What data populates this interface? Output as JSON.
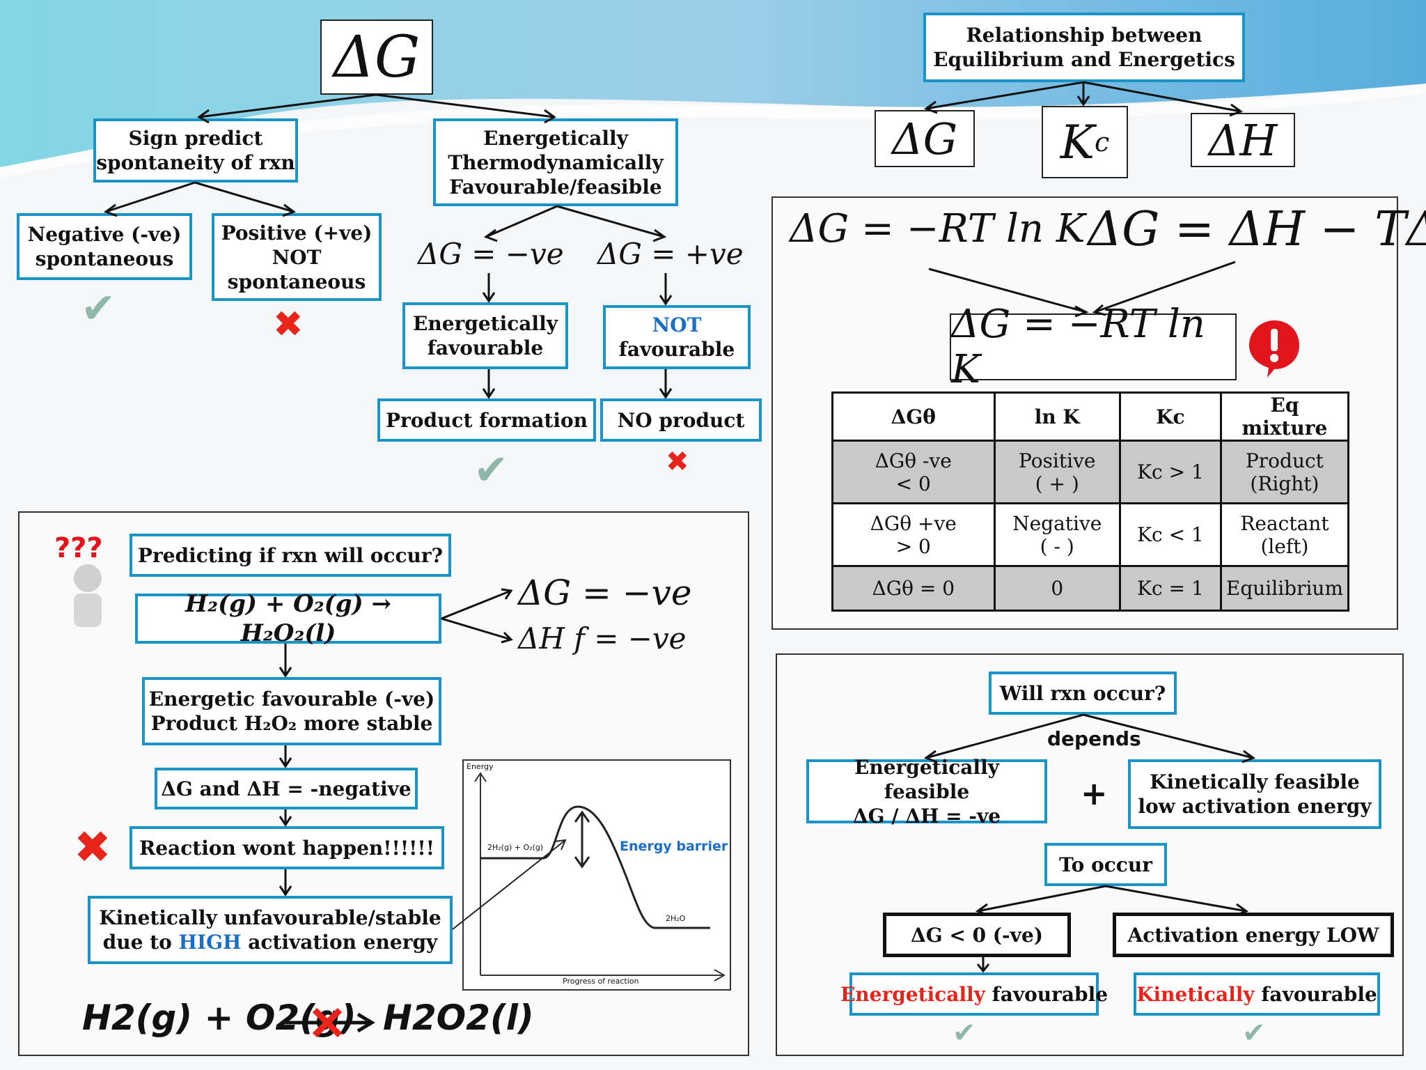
{
  "colors": {
    "accent": "#1a94c8",
    "red": "#e8231a",
    "blue": "#1a6ec8",
    "gray_row": "#c9c9c9"
  },
  "top_left": {
    "title": "ΔG",
    "sign_box": "Sign predict\nspontaneity of rxn",
    "energetic_box": "Energetically\nThermodynamically\nFavourable/feasible",
    "negative_box": "Negative (-ve)\nspontaneous",
    "positive_box": "Positive (+ve)\nNOT\nspontaneous",
    "dg_neg": "ΔG = −ve",
    "dg_pos": "ΔG = +ve",
    "energetically_favourable": "Energetically\nfavourable",
    "not_label": "NOT",
    "not_favourable_rest": "favourable",
    "product_formation": "Product formation",
    "no_product": "NO product",
    "check_icon": "check-icon",
    "cross_icon": "cross-icon"
  },
  "top_right": {
    "title": "Relationship between\nEquilibrium and Energetics",
    "sym_dg": "ΔG",
    "sym_kc": "K",
    "sym_kc_sub": "c",
    "sym_dh": "ΔH",
    "eq1": "ΔG = −RT ln K",
    "eq2": "ΔG = ΔH − TΔS",
    "eq_result": "ΔG = −RT ln K",
    "alert_icon": "exclamation-icon"
  },
  "table": {
    "headers": [
      "ΔGθ",
      "ln K",
      "Kc",
      "Eq mixture"
    ],
    "rows": [
      [
        "ΔGθ -ve\n< 0",
        "Positive\n( + )",
        "Kc > 1",
        "Product\n(Right)"
      ],
      [
        "ΔGθ +ve\n> 0",
        "Negative\n( - )",
        "Kc < 1",
        "Reactant\n(left)"
      ],
      [
        "ΔGθ = 0",
        "0",
        "Kc = 1",
        "Equilibrium"
      ]
    ]
  },
  "bottom_left": {
    "question": "Predicting if  rxn will occur?",
    "reaction": "H₂(g) + O₂(g) → H₂O₂(l)",
    "dg_result": "ΔG = −ve",
    "dhf_result": "ΔH f  = −ve",
    "energetic": "Energetic favourable (-ve)\nProduct H₂O₂ more stable",
    "dg_dh": "ΔG and ΔH = -negative",
    "wont": "Reaction wont happen!!!!!!",
    "kinetic_line1": "Kinetically unfavourable/stable",
    "kinetic_pre": "due to ",
    "kinetic_high": "HIGH",
    "kinetic_post": " activation energy",
    "bottom_reaction_left": "H2(g) + O2(g)",
    "bottom_reaction_right": "H2O2(l)",
    "graph": {
      "y_label": "Energy",
      "x_label": "Progress of reaction",
      "reactant_label": "2H₂(g) + O₂(g)",
      "product_label": "2H₂O",
      "barrier_label": "Energy barrier"
    }
  },
  "bottom_right": {
    "question": "Will rxn occur?",
    "depends": "depends",
    "energetic": "Energetically feasible\nΔG / ΔH = -ve",
    "plus": "+",
    "kinetic": "Kinetically feasible\nlow activation energy",
    "to_occur": "To occur",
    "dg_lt": "ΔG < 0 (-ve)",
    "act_low": "Activation energy LOW",
    "en_red": "Energetically",
    "en_rest": " favourable",
    "kin_red": "Kinetically",
    "kin_rest": " favourable"
  }
}
